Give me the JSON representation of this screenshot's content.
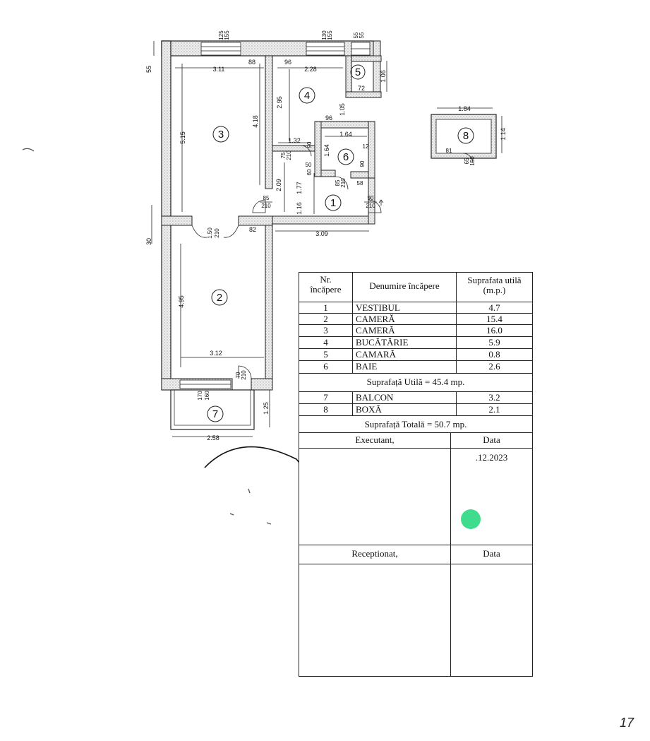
{
  "plan": {
    "rooms": [
      {
        "number": "1"
      },
      {
        "number": "2"
      },
      {
        "number": "3"
      },
      {
        "number": "4"
      },
      {
        "number": "5"
      },
      {
        "number": "6"
      },
      {
        "number": "7"
      },
      {
        "number": "8"
      }
    ],
    "dimensions": {
      "top_125_155": "125\n155",
      "top_130_155": "130\n155",
      "top_55_55": "55\n55",
      "left_55": "55",
      "r3_width": "3.11",
      "r3_88": "88",
      "r3_height": "5.15",
      "r3_418": "4.18",
      "r4_96": "96",
      "r4_width": "2.28",
      "r4_295": "2.95",
      "r4_105": "1.05",
      "r4_96b": "96",
      "r5_106": "1.06",
      "r5_72": "72",
      "r6_132": "1.32",
      "r6_90a": "90",
      "r6_164w": "1.64",
      "r6_164h": "1.64",
      "r6_12": "12",
      "r6_90b": "90",
      "r6_50": "50",
      "r6_60": "60",
      "r6_85": "85",
      "r6_210": "210",
      "r6_58": "58",
      "door_75": "75",
      "door_210a": "210",
      "v_209": "2.09",
      "v_177": "1.77",
      "v_116": "1.16",
      "door_85": "85",
      "door_210b": "210",
      "door_90": "90",
      "door_210c": "210",
      "corr_82": "82",
      "corr_309": "3.09",
      "left_30": "30",
      "door_150": "1.50",
      "door_210d": "210",
      "r2_height": "4.95",
      "r2_width": "3.12",
      "door_70": "70",
      "door_210e": "210",
      "balc_170": "170",
      "balc_160": "160",
      "balc_125": "1.25",
      "balc_width": "2.58",
      "box_width": "1.84",
      "box_114": "1.14",
      "box_81": "81",
      "box_65": "65",
      "box_150": "150",
      "box_top_marks": "++"
    }
  },
  "table": {
    "header": {
      "nr": "Nr.\nîncăpere",
      "name": "Denumire încăpere",
      "area": "Suprafata utilă\n(m.p.)"
    },
    "rows": [
      {
        "nr": "1",
        "name": "VESTIBUL",
        "area": "4.7"
      },
      {
        "nr": "2",
        "name": "CAMERĂ",
        "area": "15.4"
      },
      {
        "nr": "3",
        "name": "CAMERĂ",
        "area": "16.0"
      },
      {
        "nr": "4",
        "name": "BUCĂTĂRIE",
        "area": "5.9"
      },
      {
        "nr": "5",
        "name": "CAMARĂ",
        "area": "0.8"
      },
      {
        "nr": "6",
        "name": "BAIE",
        "area": "2.6"
      }
    ],
    "useful_total": "Suprafață Utilă = 45.4 mp.",
    "extra_rows": [
      {
        "nr": "7",
        "name": "BALCON",
        "area": "3.2"
      },
      {
        "nr": "8",
        "name": "BOXĂ",
        "area": "2.1"
      }
    ],
    "grand_total": "Suprafață Totală = 50.7 mp.",
    "executant_label": "Executant,",
    "data_label_1": "Data",
    "date_value": ".12.2023",
    "receptionat_label": "Receptionat,",
    "data_label_2": "Data",
    "stamp_color": "#3fdc8e"
  },
  "page_mark": "17"
}
